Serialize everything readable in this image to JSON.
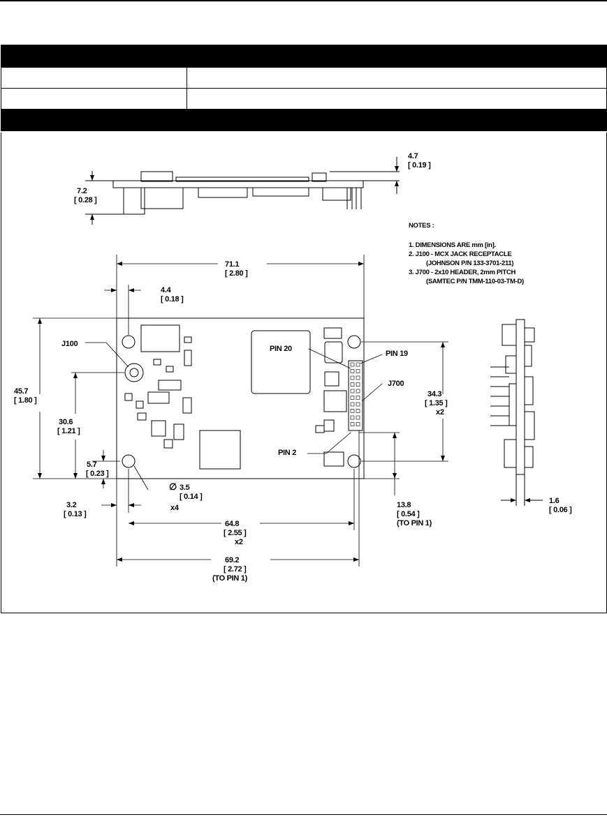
{
  "drawing": {
    "dims": {
      "height_top_mm": "4.7",
      "height_top_in": "[ 0.19   ]",
      "height_total_mm": "7.2",
      "height_total_in": "[ 0.28   ]",
      "width_mm": "71.1",
      "width_in": "[ 2.80   ]",
      "edge_hole_x_mm": "4.4",
      "edge_hole_x_in": "[ 0.18   ]",
      "height_mm": "45.7",
      "height_in": "[ 1.80   ]",
      "j100_y_mm": "30.6",
      "j100_y_in": "[ 1.21   ]",
      "hole_y_mm": "5.7",
      "hole_y_in": "[ 0.23   ]",
      "hole_dia_mm": "3.5",
      "hole_dia_in": "[ 0.14   ]",
      "hole_qty": "x4",
      "hole_x_mm": "3.2",
      "hole_x_in": "[ 0.13   ]",
      "hole_span_x_mm": "64.8",
      "hole_span_x_in": "[ 2.55   ]",
      "hole_span_x_qty": "x2",
      "pin1_x_mm": "69.2",
      "pin1_x_in": "[ 2.72   ]",
      "pin1_x_note": "(TO PIN 1)",
      "hole_span_y_mm": "34.3",
      "hole_span_y_in": "[ 1.35   ]",
      "hole_span_y_qty": "x2",
      "pin1_y_mm": "13.8",
      "pin1_y_in": "[ 0.54   ]",
      "pin1_y_note": "(TO PIN 1)",
      "pcb_thick_mm": "1.6",
      "pcb_thick_in": "[ 0.06   ]"
    },
    "labels": {
      "j100": "J100",
      "j700": "J700",
      "pin20": "PIN 20",
      "pin19": "PIN 19",
      "pin2": "PIN 2",
      "diameter_symbol": "∅"
    },
    "notes": {
      "title": "NOTES :",
      "n1": "1. DIMENSIONS ARE mm [in].",
      "n2": "2. J100 - MCX JACK RECEPTACLE",
      "n2b": "(JOHNSON P/N 133-3701-211)",
      "n3": "3. J700 - 2x10 HEADER, 2mm PITCH",
      "n3b": "(SAMTEC P/N TMM-110-03-TM-D)"
    }
  }
}
